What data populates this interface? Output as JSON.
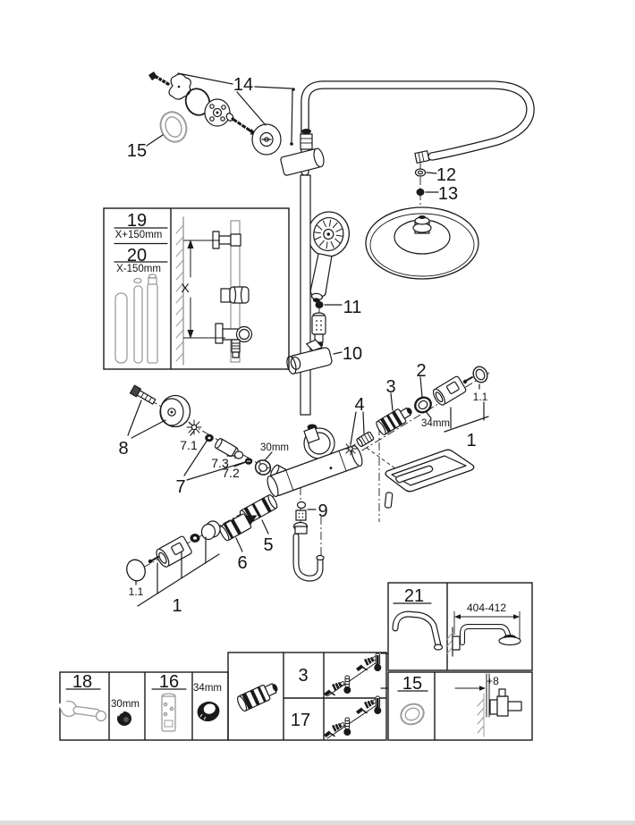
{
  "page": {
    "background": "#ffffff",
    "footer_bar_color": "#dcdcdc"
  },
  "diagram": {
    "kind": "exploded-parts-diagram",
    "subject": "thermostatic shower system with rail, head shower and hand shower"
  },
  "colors": {
    "line": "#1a1a1a",
    "light_gray": "#9b9b9b"
  },
  "callouts": {
    "part14": "14",
    "part15_top": "15",
    "part12": "12",
    "part13": "13",
    "part11": "11",
    "part10": "10",
    "part8": "8",
    "part7_1": "7.1",
    "part7_3": "7.3",
    "part7_2": "7.2",
    "part7": "7",
    "nut_size_30mm": "30mm",
    "part4": "4",
    "part3": "3",
    "part2": "2",
    "ring_size_34mm": "34mm",
    "part1_1_right": "1.1",
    "part1_right": "1",
    "part9": "9",
    "part5": "5",
    "part6": "6",
    "part1_1_left": "1.1",
    "part1_left": "1"
  },
  "inset_rail_lengths": {
    "part19": "19",
    "part19_length": "X+150mm",
    "part20": "20",
    "part20_length": "X-150mm",
    "dimension": "X"
  },
  "inset_arm": {
    "part21": "21",
    "dimension": "404-412"
  },
  "inset_wall_seal": {
    "part15": "15",
    "dimension": "+8"
  },
  "inset_tools": {
    "part18": "18",
    "size_30mm": "30mm",
    "part16": "16",
    "size_34mm": "34mm"
  },
  "inset_check_valves": {
    "row_part3": "3",
    "row_part17": "17"
  }
}
